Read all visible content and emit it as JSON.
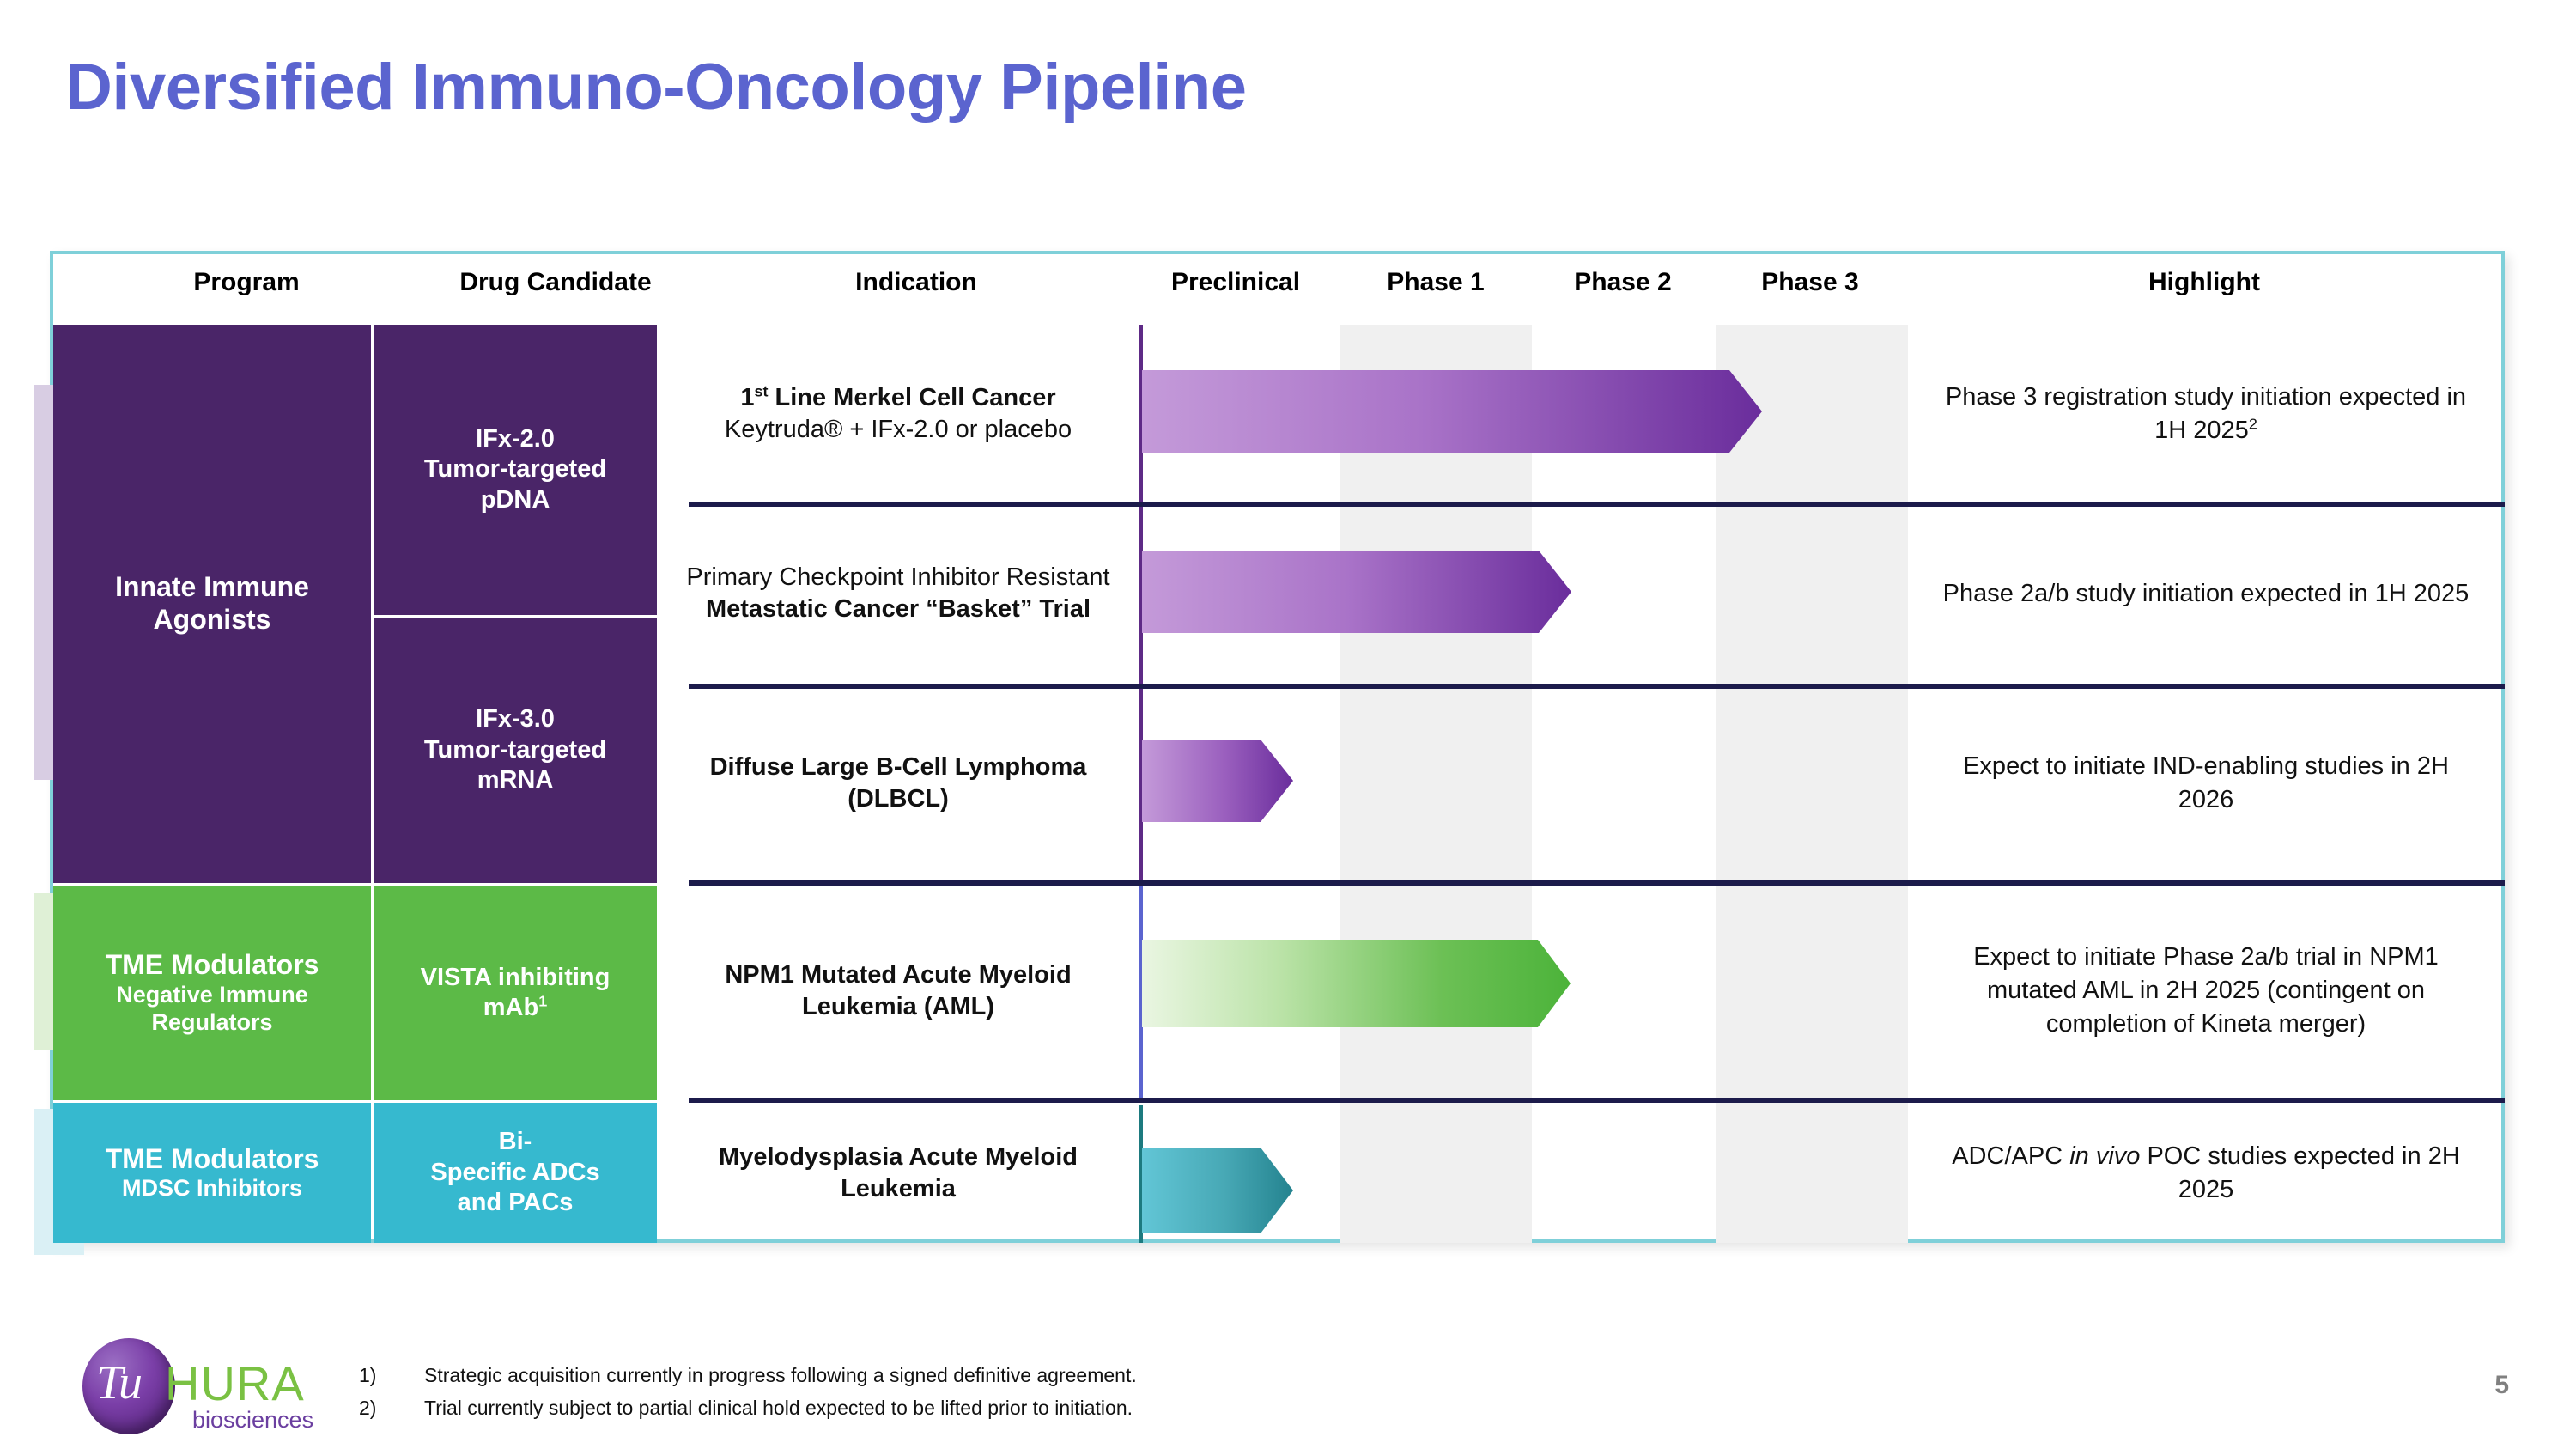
{
  "slide": {
    "title": "Diversified Immuno-Oncology Pipeline",
    "page_number": "5",
    "title_color": "#5b64cf",
    "frame_color": "#7fd0d9",
    "row_separator_color": "#1c1b4b",
    "phase_band_color": "#f0f0f0"
  },
  "columns": [
    {
      "key": "program",
      "label": "Program"
    },
    {
      "key": "drug",
      "label": "Drug Candidate"
    },
    {
      "key": "indication",
      "label": "Indication"
    },
    {
      "key": "preclinical",
      "label": "Preclinical"
    },
    {
      "key": "phase1",
      "label": "Phase 1"
    },
    {
      "key": "phase2",
      "label": "Phase 2"
    },
    {
      "key": "phase3",
      "label": "Phase 3"
    },
    {
      "key": "highlight",
      "label": "Highlight"
    }
  ],
  "programs": [
    {
      "name": "Innate Immune Agonists",
      "subtitle": "",
      "color": "#4a2568",
      "accent_color": "#d8cde3"
    },
    {
      "name": "TME Modulators",
      "subtitle": "Negative Immune Regulators",
      "color": "#5cba47",
      "accent_color": "#dff0d6"
    },
    {
      "name": "TME Modulators",
      "subtitle": "MDSC Inhibitors",
      "color": "#36b9cf",
      "accent_color": "#daf0f5"
    }
  ],
  "drugs": [
    {
      "name": "IFx-2.0",
      "line2": "Tumor-targeted",
      "line3": "pDNA",
      "footnote": "",
      "color": "#4a2568"
    },
    {
      "name": "IFx-3.0",
      "line2": "Tumor-targeted",
      "line3": "mRNA",
      "footnote": "",
      "color": "#4a2568"
    },
    {
      "name": "VISTA inhibiting",
      "line2": "mAb",
      "line3": "",
      "footnote": "1",
      "color": "#5cba47"
    },
    {
      "name": "Bi-",
      "line2": "Specific ADCs",
      "line3": "and PACs",
      "footnote": "",
      "color": "#36b9cf"
    }
  ],
  "rows": [
    {
      "indication_bold": "1st Line Merkel Cell Cancer",
      "indication_bold_sup": "st",
      "indication_bold_pre": "1",
      "indication_bold_post": " Line Merkel Cell Cancer",
      "indication_regular": "Keytruda® + IFx-2.0 or placebo",
      "highlight": "Phase 3 registration study initiation expected in 1H 2025",
      "highlight_footnote": "2",
      "bar": {
        "start_stage": "Preclinical",
        "end_stage": "Phase 3",
        "color_start": "#c49ad9",
        "color_end": "#6a2d9c"
      }
    },
    {
      "indication_regular_pre": "Primary Checkpoint Inhibitor Resistant ",
      "indication_bold": "Metastatic Cancer “Basket” Trial",
      "highlight": "Phase 2a/b study initiation expected in 1H 2025",
      "highlight_footnote": "",
      "bar": {
        "start_stage": "Preclinical",
        "end_stage": "Phase 2",
        "color_start": "#c49ad9",
        "color_end": "#6a2d9c"
      }
    },
    {
      "indication_bold": "Diffuse Large B-Cell Lymphoma (DLBCL)",
      "highlight": "Expect to initiate IND-enabling studies in 2H 2026",
      "highlight_footnote": "",
      "bar": {
        "start_stage": "Preclinical",
        "end_stage": "Preclinical",
        "color_start": "#c49ad9",
        "color_end": "#6a2d9c"
      }
    },
    {
      "indication_bold": "NPM1 Mutated Acute Myeloid Leukemia (AML)",
      "highlight": "Expect to initiate Phase 2a/b trial in NPM1 mutated AML in 2H 2025 (contingent on completion of Kineta merger)",
      "highlight_footnote": "",
      "bar": {
        "start_stage": "Preclinical",
        "end_stage": "Phase 2",
        "color_start": "#eaf6e2",
        "color_end": "#4cb33a"
      }
    },
    {
      "indication_bold": "Myelodysplasia Acute Myeloid Leukemia",
      "highlight": "ADC/APC in vivo POC studies expected in 2H 2025",
      "highlight_italic": "in vivo",
      "highlight_footnote": "",
      "bar": {
        "start_stage": "Preclinical",
        "end_stage": "Preclinical",
        "color_start": "#62c6d6",
        "color_end": "#24838f"
      }
    }
  ],
  "footnotes": [
    {
      "num": "1)",
      "text": "Strategic acquisition currently in progress following a signed definitive agreement."
    },
    {
      "num": "2)",
      "text": "Trial currently subject to partial clinical hold expected to be lifted prior to initiation."
    }
  ],
  "logo": {
    "tu": "Tu",
    "hura": "HURA",
    "tagline": "biosciences",
    "sphere_color": "#6b3fa0",
    "hura_color": "#7ac143",
    "tagline_color": "#6b3fa0"
  }
}
